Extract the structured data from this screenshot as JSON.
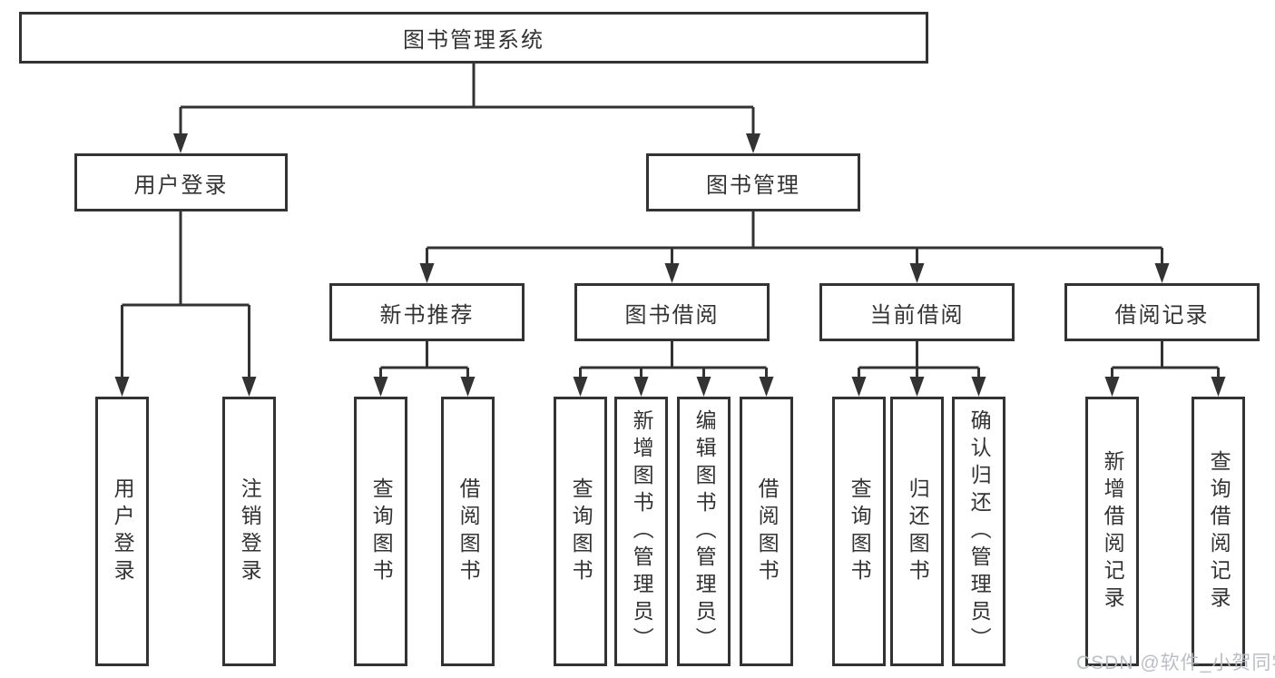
{
  "diagram_title": "图书管理系统",
  "tree": {
    "root": {
      "label": "图书管理系统",
      "children": [
        {
          "label": "用户登录",
          "children": [
            {
              "label": "用户登录"
            },
            {
              "label": "注销登录"
            }
          ]
        },
        {
          "label": "图书管理",
          "children": [
            {
              "label": "新书推荐",
              "children": [
                {
                  "label": "查询图书"
                },
                {
                  "label": "借阅图书"
                }
              ]
            },
            {
              "label": "图书借阅",
              "children": [
                {
                  "label": "查询图书"
                },
                {
                  "label": "新增图书（管理员）"
                },
                {
                  "label": "编辑图书（管理员）"
                },
                {
                  "label": "借阅图书"
                }
              ]
            },
            {
              "label": "当前借阅",
              "children": [
                {
                  "label": "查询图书"
                },
                {
                  "label": "归还图书"
                },
                {
                  "label": "确认归还（管理员）"
                }
              ]
            },
            {
              "label": "借阅记录",
              "children": [
                {
                  "label": "新增借阅记录"
                },
                {
                  "label": "查询借阅记录"
                }
              ]
            }
          ]
        }
      ]
    }
  },
  "watermark": {
    "text": "CSDN @软件_小贺同学"
  },
  "colors": {
    "line": "#333333",
    "box_border": "#333333",
    "text": "#333333",
    "watermark": "#b7bbc2",
    "background": "#ffffff"
  }
}
